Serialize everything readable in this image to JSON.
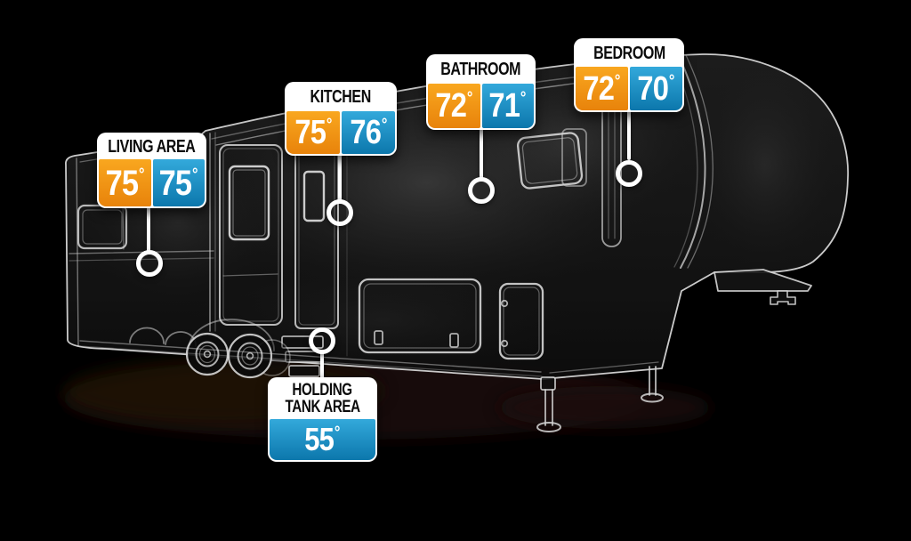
{
  "scene": {
    "description": "Fifth-wheel RV wireframe night diagram with zone temperature sensor labels",
    "background_color": "#000000"
  },
  "colors": {
    "orange_gradient_top": "#F9A71F",
    "orange_gradient_bottom": "#E8830B",
    "blue_gradient_top": "#33A9DB",
    "blue_gradient_bottom": "#0C77AC",
    "label_header_bg": "#FFFFFF",
    "label_header_text": "#0B0B0B",
    "temp_text": "#FFFFFF",
    "leader_line": "#FFFFFF",
    "rv_outline": "#D6D6D6"
  },
  "sensors": [
    {
      "id": "living-area",
      "name": "LIVING AREA",
      "readings": [
        {
          "value": "75",
          "unit": "°",
          "color": "orange"
        },
        {
          "value": "75",
          "unit": "°",
          "color": "blue"
        }
      ]
    },
    {
      "id": "kitchen",
      "name": "KITCHEN",
      "readings": [
        {
          "value": "75",
          "unit": "°",
          "color": "orange"
        },
        {
          "value": "76",
          "unit": "°",
          "color": "blue"
        }
      ]
    },
    {
      "id": "bathroom",
      "name": "BATHROOM",
      "readings": [
        {
          "value": "72",
          "unit": "°",
          "color": "orange"
        },
        {
          "value": "71",
          "unit": "°",
          "color": "blue"
        }
      ]
    },
    {
      "id": "bedroom",
      "name": "BEDROOM",
      "readings": [
        {
          "value": "72",
          "unit": "°",
          "color": "orange"
        },
        {
          "value": "70",
          "unit": "°",
          "color": "blue"
        }
      ]
    },
    {
      "id": "holding-tank",
      "name": "HOLDING TANK AREA",
      "name_lines": [
        "HOLDING",
        "TANK AREA"
      ],
      "readings": [
        {
          "value": "55",
          "unit": "°",
          "color": "blue"
        }
      ]
    }
  ]
}
